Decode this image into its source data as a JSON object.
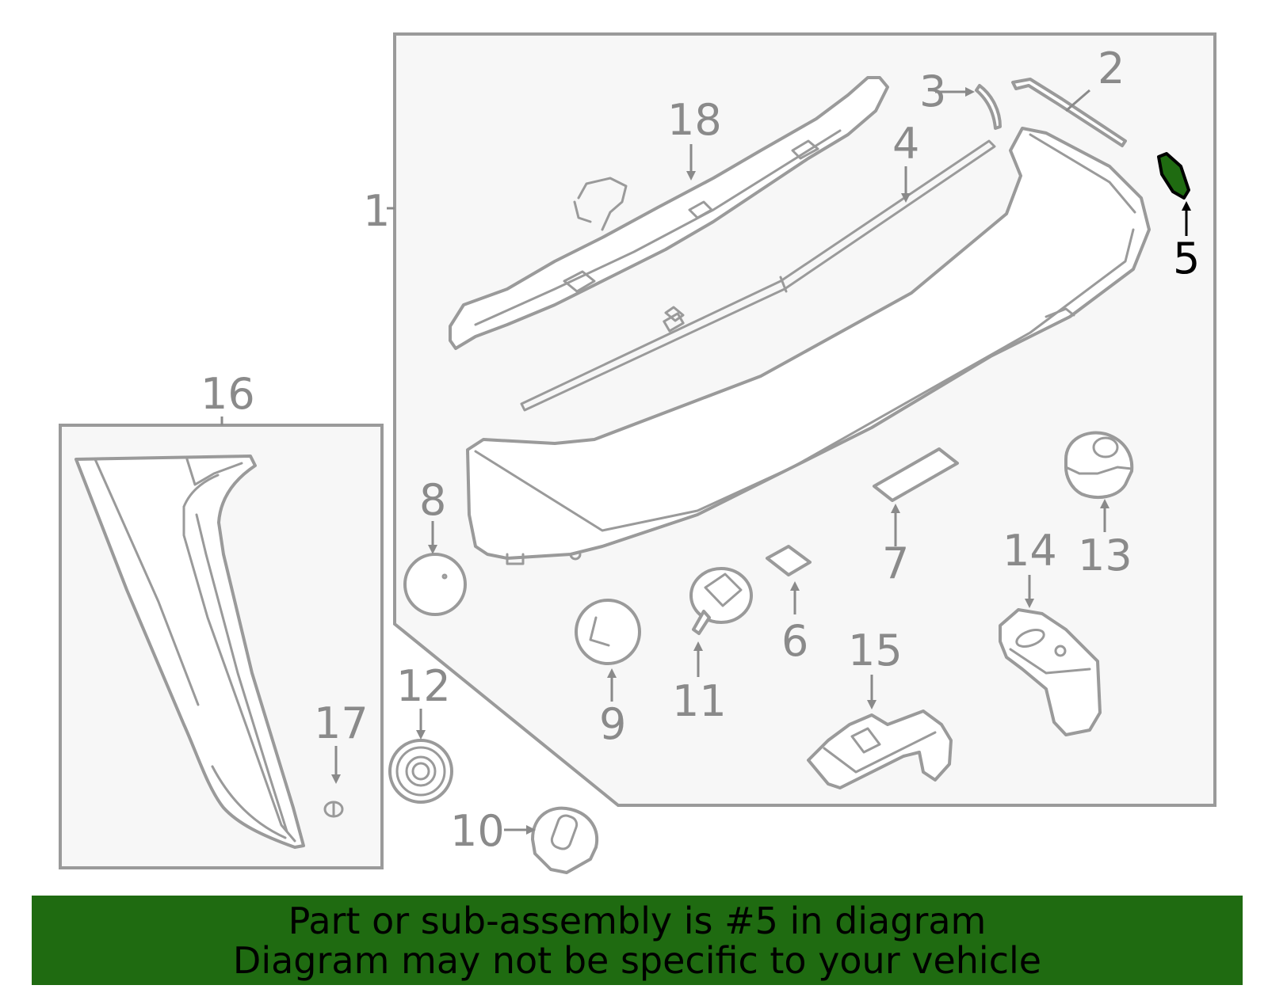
{
  "diagram": {
    "highlight_color": "#1f6b11",
    "highlighted_part": "5",
    "callouts": {
      "c1": "1",
      "c2": "2",
      "c3": "3",
      "c4": "4",
      "c5": "5",
      "c6": "6",
      "c7": "7",
      "c8": "8",
      "c9": "9",
      "c10": "10",
      "c11": "11",
      "c12": "12",
      "c13": "13",
      "c14": "14",
      "c15": "15",
      "c16": "16",
      "c17": "17",
      "c18": "18"
    }
  },
  "banner": {
    "line1": "Part or sub-assembly is #5 in diagram",
    "line2": "Diagram may not be specific to your vehicle",
    "background": "#1f6b11"
  }
}
